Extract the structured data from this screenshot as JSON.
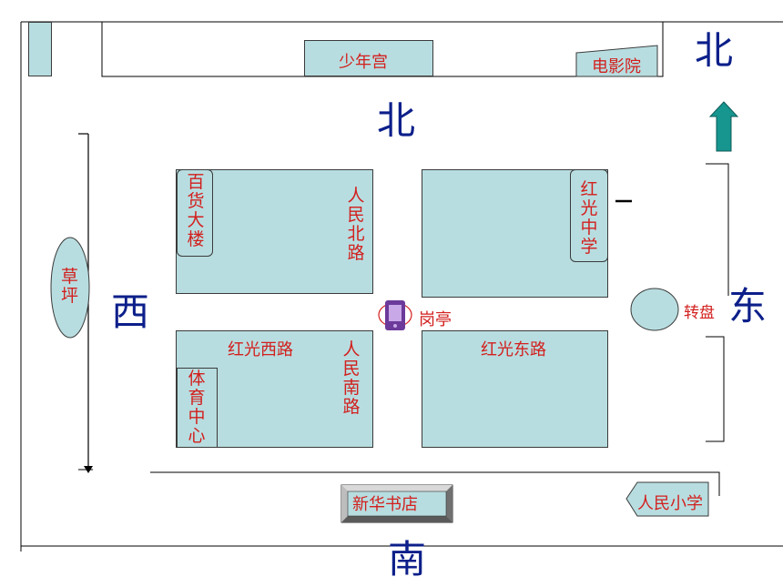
{
  "compass": {
    "north_corner": "北",
    "north_center": "北",
    "west": "西",
    "east": "东",
    "south": "南"
  },
  "places": {
    "youth_palace": "少年宫",
    "cinema": "电影院",
    "department_store": "百货大楼",
    "hongguang_middle_school": "红光中学",
    "renmin_north_road": "人民北路",
    "lawn": "草坪",
    "sentry_box": "岗亭",
    "roundabout": "转盘",
    "hongguang_west_road": "红光西路",
    "renmin_south_road": "人民南路",
    "hongguang_east_road": "红光东路",
    "sports_center": "体育中心",
    "xinhua_bookstore": "新华书店",
    "renmin_primary_school": "人民小学"
  },
  "colors": {
    "block_fill": "#b8dde0",
    "label_red": "#d2201e",
    "compass_navy": "#0c1f8a",
    "arrow_teal": "#17958f"
  },
  "icons": {
    "sentry_icon": "phone-icon",
    "north_arrow": "arrow-up-icon"
  }
}
